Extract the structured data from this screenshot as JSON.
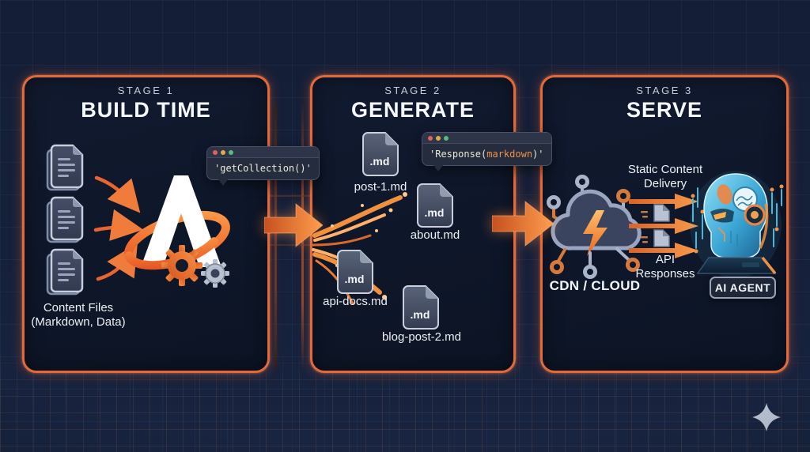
{
  "stages": [
    {
      "stage_label": "STAGE 1",
      "title": "BUILD TIME",
      "caption_line1": "Content Files",
      "caption_line2": "(Markdown, Data)",
      "tooltip_code": "'getCollection()'"
    },
    {
      "stage_label": "STAGE 2",
      "title": "GENERATE",
      "md_badge": ".md",
      "files": [
        "post-1.md",
        "about.md",
        "api-docs.md",
        "blog-post-2.md"
      ],
      "tooltip_code_prefix": "'Response(",
      "tooltip_code_highlight": "markdown",
      "tooltip_code_suffix": ")'"
    },
    {
      "stage_label": "STAGE 3",
      "title": "SERVE",
      "cloud_label": "CDN / CLOUD",
      "flow_top_line1": "Static Content",
      "flow_top_line2": "Delivery",
      "flow_bottom_line1": "API",
      "flow_bottom_line2": "Responses",
      "agent_label": "AI AGENT"
    }
  ],
  "icons": {
    "document-stack": "layered pages with text lines",
    "md-file": "file sheet with folded corner labeled .md",
    "astro-logo": "white A with orange orbit swoosh",
    "gear": "cog wheel",
    "terminal-window-dots": "red yellow green dots",
    "flow-arrow": "orange block arrow",
    "cloud-cdn": "cloud with lightning bolt and network nodes",
    "delivery-doc": "small document with motion dashes",
    "ai-agent-head": "cyan robot head with circuits",
    "sparkle": "four point star"
  },
  "colors": {
    "background": "#15203a",
    "panel_bg": "#0d1526",
    "panel_border": "#e4693a",
    "accent_orange": "#f07e3f",
    "deep_orange": "#d85a28",
    "code_highlight": "#ef9149",
    "title_white": "#f6f8fb",
    "stage_label_gray": "#c7cdd9",
    "window_dots": [
      "#e0605a",
      "#ddab4f",
      "#57bd78"
    ]
  }
}
